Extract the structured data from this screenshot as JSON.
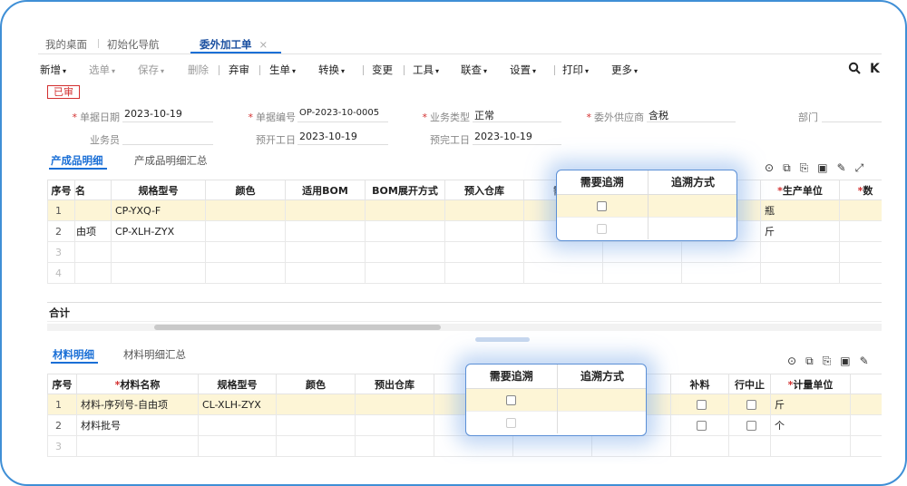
{
  "tabs": [
    {
      "label": "我的桌面"
    },
    {
      "label": "初始化导航"
    },
    {
      "label": "委外加工单",
      "close": "×"
    }
  ],
  "toolbar": {
    "new": "新增",
    "select": "选单",
    "save": "保存",
    "delete": "删除",
    "discard": "弃审",
    "generate": "生单",
    "convert": "转换",
    "change": "变更",
    "tools": "工具",
    "linked": "联查",
    "settings": "设置",
    "print": "打印",
    "more": "更多",
    "caret": "▾",
    "search_icon": "magnifier-icon",
    "right_icon_glyph": "K"
  },
  "status": "已审",
  "form": {
    "doc_date": {
      "label": "单据日期",
      "value": "2023-10-19"
    },
    "doc_no": {
      "label": "单据编号",
      "value": "OP-2023-10-0005"
    },
    "biz_type": {
      "label": "业务类型",
      "value": "正常"
    },
    "supplier": {
      "label": "委外供应商",
      "value": "含税"
    },
    "dept": {
      "label": "部门",
      "value": ""
    },
    "clerk": {
      "label": "业务员",
      "value": ""
    },
    "start_date": {
      "label": "预开工日",
      "value": "2023-10-19"
    },
    "finish_date": {
      "label": "预完工日",
      "value": "2023-10-19"
    }
  },
  "product_section": {
    "tabs": [
      "产成品明细",
      "产成品明细汇总"
    ],
    "icons": [
      "location-icon",
      "copy-icon",
      "paste-icon",
      "image-icon",
      "edit-icon",
      "expand-icon"
    ],
    "headers": [
      "序号",
      "名",
      "规格型号",
      "颜色",
      "适用BOM",
      "BOM展开方式",
      "预入仓库",
      "需要",
      "",
      "",
      "生产单位",
      "数"
    ],
    "rows": [
      {
        "no": "1",
        "name": "",
        "spec": "CP-YXQ-F",
        "unit": "瓶"
      },
      {
        "no": "2",
        "name": "自由项",
        "spec": "CP-XLH-ZYX",
        "unit": "斤"
      },
      {
        "no": "3",
        "name": "",
        "spec": "",
        "unit": ""
      },
      {
        "no": "4",
        "name": "",
        "spec": "",
        "unit": ""
      }
    ],
    "total_label": "合计"
  },
  "material_section": {
    "tabs": [
      "材料明细",
      "材料明细汇总"
    ],
    "icons": [
      "location-icon",
      "copy-icon",
      "paste-icon",
      "image-icon",
      "edit-icon"
    ],
    "headers": [
      "序号",
      "材料名称",
      "规格型号",
      "颜色",
      "预出仓库",
      "需",
      "",
      "",
      "补料",
      "行中止",
      "计量单位"
    ],
    "rows": [
      {
        "no": "1",
        "name": "材料-序列号-自由项",
        "spec": "CL-XLH-ZYX",
        "unit": "斤"
      },
      {
        "no": "2",
        "name": "材料批号",
        "spec": "",
        "unit": "个"
      },
      {
        "no": "3",
        "name": "",
        "spec": "",
        "unit": ""
      }
    ]
  },
  "popup": {
    "col1": "需要追溯",
    "col2": "追溯方式"
  },
  "colors": {
    "accent": "#1a6fd6",
    "required": "#d32f2f",
    "selected_row": "#fdf5d6",
    "frame": "#3f8fd6"
  }
}
